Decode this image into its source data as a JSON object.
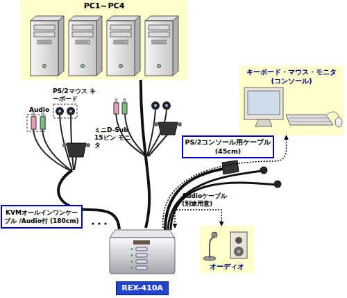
{
  "diagram": {
    "nodes": [
      {
        "text": [
          "PC1～PC4"
        ]
      },
      {
        "text": [
          "キーボード・マウス・モニタ (コンソール)"
        ]
      },
      {
        "text": [
          "PS/2コンソール用ケーブル (45cm)"
        ]
      },
      {
        "text": [
          "KVMオールインワンケーブル /Audio付 (180cm)"
        ]
      },
      {
        "text": [
          "オーディオ"
        ]
      },
      {
        "text": [
          "REX-410A"
        ]
      }
    ],
    "edges": [
      {
        "from": 0,
        "to": 5,
        "arrow": "none"
      },
      {
        "from": 5,
        "to": 1,
        "arrow": "to"
      },
      {
        "from": 5,
        "to": 4,
        "label": "Audioケーブル (別途用意)",
        "arrow": "both"
      }
    ],
    "labels": [
      "PS/2マウス キーボード",
      "Audio",
      "ミニD-Sub 15ピン モニタ"
    ]
  }
}
